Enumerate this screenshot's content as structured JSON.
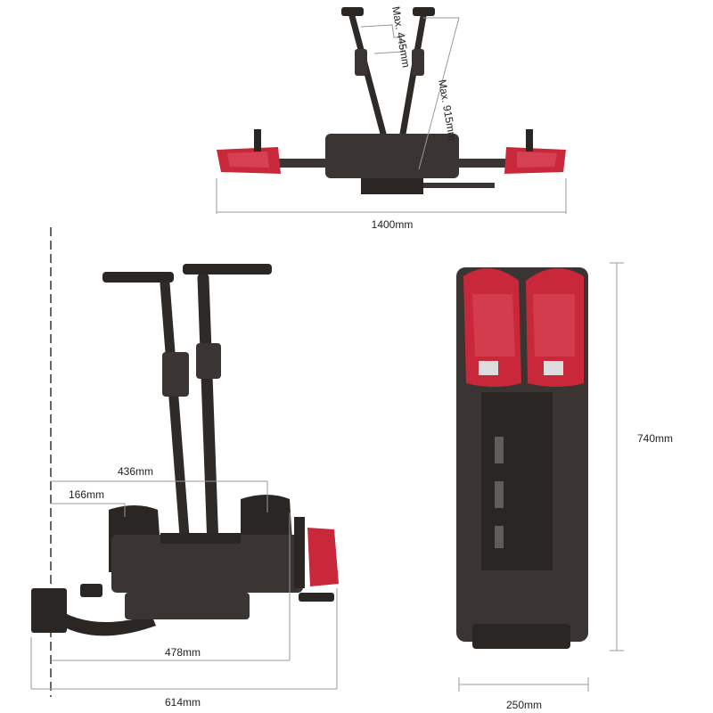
{
  "top_view": {
    "width_label": "1400mm",
    "handle_label": "Max. 445mm",
    "reach_label": "Max. 915mm"
  },
  "side_view": {
    "labels": {
      "d436": "436mm",
      "d166": "166mm",
      "d478": "478mm",
      "d614": "614mm"
    }
  },
  "folded_view": {
    "height_label": "740mm",
    "width_label": "250mm"
  },
  "colors": {
    "light": "#c8283a",
    "frame": "#3a3533",
    "dim_line": "#9a9a9a"
  }
}
